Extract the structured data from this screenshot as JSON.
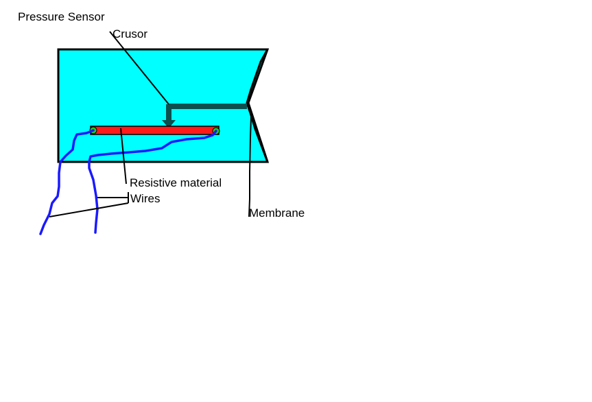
{
  "title": "Pressure Sensor",
  "labels": {
    "cursor": "Crusor",
    "resistive_material": "Resistive material",
    "wires": "Wires",
    "membrane": "Membrane"
  },
  "colors": {
    "housing_fill": "#00ffff",
    "housing_outline": "#000000",
    "resistive_strip": "#ff1a1a",
    "cursor_arm": "#0c4f4f",
    "wires": "#1a1aff",
    "contacts": "#22cc22",
    "leader_lines": "#000000"
  }
}
